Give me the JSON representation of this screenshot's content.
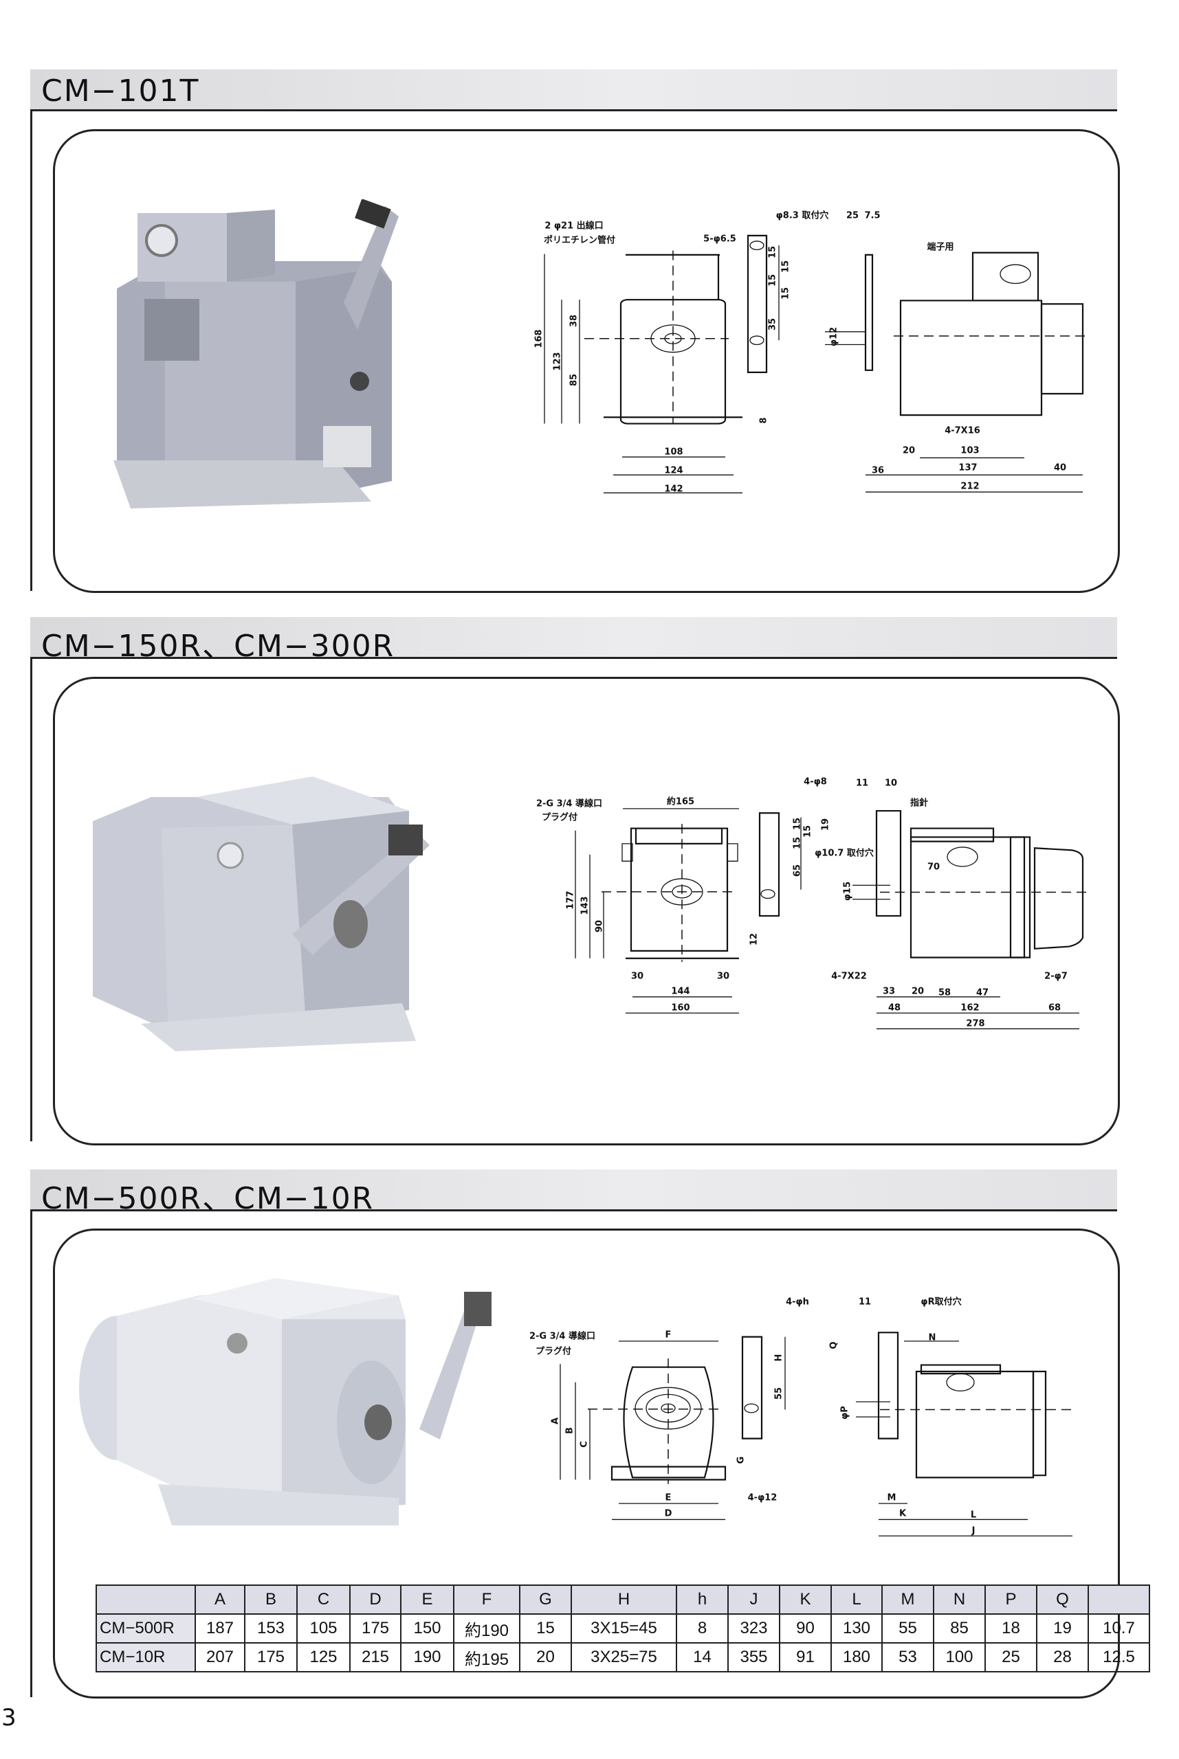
{
  "sections": [
    {
      "title": "CM−101T"
    },
    {
      "title": "CM−150R、CM−300R"
    },
    {
      "title": "CM−500R、CM−10R"
    }
  ],
  "drawings": [
    {
      "labels": [
        "2 φ21 出線口",
        "ポリエチレン管付",
        "5-φ6.5",
        "φ8.3 取付穴",
        "25",
        "7.5",
        "端子用",
        "168",
        "123",
        "38",
        "85",
        "15",
        "15",
        "15",
        "15",
        "35",
        "8",
        "108",
        "124",
        "142",
        "φ12",
        "4-7X16",
        "20",
        "103",
        "36",
        "137",
        "40",
        "212"
      ]
    },
    {
      "labels": [
        "2-G 3/4 導線口",
        "プラグ付",
        "約165",
        "4-φ8",
        "11",
        "10",
        "指針",
        "15",
        "15",
        "15",
        "65",
        "φ10.7 取付穴",
        "19",
        "70",
        "φ15",
        "177",
        "143",
        "90",
        "12",
        "30",
        "30",
        "144",
        "160",
        "4-7X22",
        "2-φ7",
        "33",
        "20",
        "58",
        "47",
        "48",
        "162",
        "68",
        "278"
      ]
    },
    {
      "labels": [
        "2-G 3/4 導線口",
        "プラグ付",
        "F",
        "4-φh",
        "11",
        "φR取付穴",
        "N",
        "Q",
        "H",
        "55",
        "φP",
        "A",
        "B",
        "C",
        "G",
        "4-φ12",
        "E",
        "D",
        "M",
        "K",
        "L",
        "J"
      ]
    }
  ],
  "spec_table": {
    "headers": [
      "",
      "A",
      "B",
      "C",
      "D",
      "E",
      "F",
      "G",
      "H",
      "h",
      "J",
      "K",
      "L",
      "M",
      "N",
      "P",
      "Q",
      ""
    ],
    "rows": [
      [
        "CM−500R",
        "187",
        "153",
        "105",
        "175",
        "150",
        "約190",
        "15",
        "3X15=45",
        "8",
        "323",
        "90",
        "130",
        "55",
        "85",
        "18",
        "19",
        "10.7"
      ],
      [
        "CM−10R",
        "207",
        "175",
        "125",
        "215",
        "190",
        "約195",
        "20",
        "3X25=75",
        "14",
        "355",
        "91",
        "180",
        "53",
        "100",
        "25",
        "28",
        "12.5"
      ]
    ]
  },
  "page_number": "3"
}
